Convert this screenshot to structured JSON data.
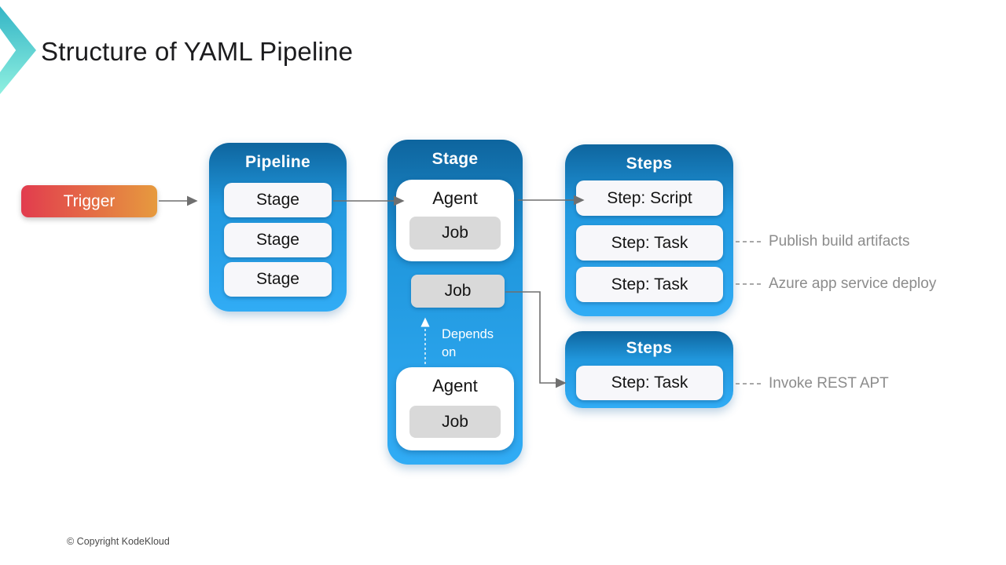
{
  "page": {
    "title": "Structure of YAML Pipeline",
    "footer": "© Copyright KodeKloud"
  },
  "colors": {
    "box_blue_top": "#0e659e",
    "box_blue_mid": "#2198de",
    "box_blue_bottom": "#31acf5",
    "trigger_left": "#e23c4e",
    "trigger_right": "#e69a3e",
    "job_gray": "#d9d9d9",
    "item_bg": "#f7f7fa",
    "arrow_gray": "#6f6f6f",
    "annotation_text": "#8c8c8c",
    "logo_teal_top": "#34b5c6",
    "logo_teal_bottom": "#8ff0e0"
  },
  "diagram": {
    "trigger": {
      "label": "Trigger"
    },
    "pipeline": {
      "title": "Pipeline",
      "stages": [
        "Stage",
        "Stage",
        "Stage"
      ]
    },
    "stage": {
      "title": "Stage",
      "agent_top": {
        "label": "Agent",
        "job": "Job"
      },
      "job_standalone": "Job",
      "depends_on": "Depends on",
      "agent_bottom": {
        "label": "Agent",
        "job": "Job"
      }
    },
    "steps_top": {
      "title": "Steps",
      "items": [
        "Step: Script",
        "Step: Task",
        "Step: Task"
      ]
    },
    "steps_bottom": {
      "title": "Steps",
      "items": [
        "Step: Task"
      ]
    },
    "annotations": [
      "Publish build artifacts",
      "Azure app service deploy",
      "Invoke REST APT"
    ]
  }
}
